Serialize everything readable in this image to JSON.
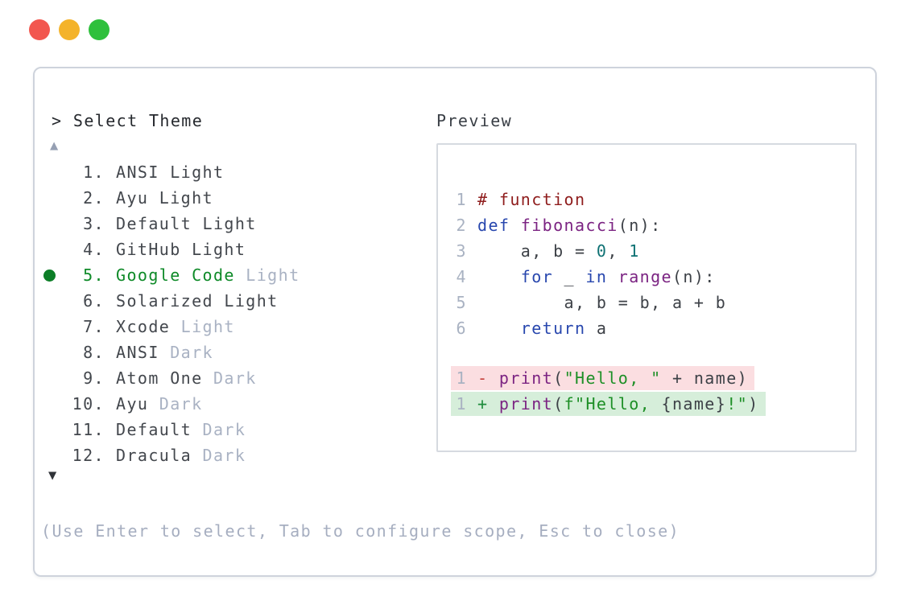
{
  "window": {
    "traffic_lights": [
      {
        "name": "close",
        "color": "#f2574f"
      },
      {
        "name": "minimize",
        "color": "#f4b32a"
      },
      {
        "name": "maximize",
        "color": "#2ec03c"
      }
    ]
  },
  "picker": {
    "prompt": "> Select Theme",
    "scroll_up": "▲",
    "scroll_down": "▼",
    "help": "(Use Enter to select, Tab to configure scope, Esc to close)",
    "items": [
      {
        "number": "1.",
        "selected": false,
        "parts": [
          {
            "text": "ANSI Light",
            "style": "normal"
          }
        ]
      },
      {
        "number": "2.",
        "selected": false,
        "parts": [
          {
            "text": "Ayu Light",
            "style": "normal"
          }
        ]
      },
      {
        "number": "3.",
        "selected": false,
        "parts": [
          {
            "text": "Default Light",
            "style": "normal"
          }
        ]
      },
      {
        "number": "4.",
        "selected": false,
        "parts": [
          {
            "text": "GitHub Light",
            "style": "normal"
          }
        ]
      },
      {
        "number": "5.",
        "selected": true,
        "parts": [
          {
            "text": "Google Code",
            "style": "selected"
          },
          {
            "text": " Light",
            "style": "dim"
          }
        ]
      },
      {
        "number": "6.",
        "selected": false,
        "parts": [
          {
            "text": "Solarized Light",
            "style": "normal"
          }
        ]
      },
      {
        "number": "7.",
        "selected": false,
        "parts": [
          {
            "text": "Xcode",
            "style": "normal"
          },
          {
            "text": " Light",
            "style": "dim"
          }
        ]
      },
      {
        "number": "8.",
        "selected": false,
        "parts": [
          {
            "text": "ANSI",
            "style": "normal"
          },
          {
            "text": " Dark",
            "style": "dim"
          }
        ]
      },
      {
        "number": "9.",
        "selected": false,
        "parts": [
          {
            "text": "Atom One",
            "style": "normal"
          },
          {
            "text": " Dark",
            "style": "dim"
          }
        ]
      },
      {
        "number": "10.",
        "selected": false,
        "parts": [
          {
            "text": "Ayu",
            "style": "normal"
          },
          {
            "text": " Dark",
            "style": "dim"
          }
        ]
      },
      {
        "number": "11.",
        "selected": false,
        "parts": [
          {
            "text": "Default",
            "style": "normal"
          },
          {
            "text": " Dark",
            "style": "dim"
          }
        ]
      },
      {
        "number": "12.",
        "selected": false,
        "parts": [
          {
            "text": "Dracula",
            "style": "normal"
          },
          {
            "text": " Dark",
            "style": "dim"
          }
        ]
      }
    ]
  },
  "preview": {
    "label": "Preview",
    "code_lines": [
      {
        "number": "1",
        "tokens": [
          {
            "text": "# function",
            "type": "comment"
          }
        ]
      },
      {
        "number": "2",
        "tokens": [
          {
            "text": "def",
            "type": "keyword"
          },
          {
            "text": " ",
            "type": "plain"
          },
          {
            "text": "fibonacci",
            "type": "function"
          },
          {
            "text": "(n):",
            "type": "plain"
          }
        ]
      },
      {
        "number": "3",
        "tokens": [
          {
            "text": "    a, b = ",
            "type": "plain"
          },
          {
            "text": "0",
            "type": "number"
          },
          {
            "text": ", ",
            "type": "plain"
          },
          {
            "text": "1",
            "type": "number"
          }
        ]
      },
      {
        "number": "4",
        "tokens": [
          {
            "text": "    ",
            "type": "plain"
          },
          {
            "text": "for",
            "type": "keyword"
          },
          {
            "text": " _ ",
            "type": "plain"
          },
          {
            "text": "in",
            "type": "keyword"
          },
          {
            "text": " ",
            "type": "plain"
          },
          {
            "text": "range",
            "type": "function"
          },
          {
            "text": "(n):",
            "type": "plain"
          }
        ]
      },
      {
        "number": "5",
        "tokens": [
          {
            "text": "        a, b = b, a + b",
            "type": "plain"
          }
        ]
      },
      {
        "number": "6",
        "tokens": [
          {
            "text": "    ",
            "type": "plain"
          },
          {
            "text": "return",
            "type": "keyword"
          },
          {
            "text": " a",
            "type": "plain"
          }
        ]
      }
    ],
    "diff_lines": [
      {
        "number": "1",
        "kind": "removed",
        "tokens": [
          {
            "text": "- ",
            "type": "diff-minus"
          },
          {
            "text": "print",
            "type": "function"
          },
          {
            "text": "(",
            "type": "plain"
          },
          {
            "text": "\"Hello, \"",
            "type": "string"
          },
          {
            "text": " + name)",
            "type": "plain"
          }
        ]
      },
      {
        "number": "1",
        "kind": "added",
        "tokens": [
          {
            "text": "+ ",
            "type": "diff-plus"
          },
          {
            "text": "print",
            "type": "function"
          },
          {
            "text": "(",
            "type": "plain"
          },
          {
            "text": "f\"Hello, ",
            "type": "string"
          },
          {
            "text": "{name}",
            "type": "plain"
          },
          {
            "text": "!\"",
            "type": "string"
          },
          {
            "text": ")",
            "type": "plain"
          }
        ]
      }
    ]
  },
  "colors": {
    "selected_green": "#0e8a28",
    "dim_text": "#a9b2c3",
    "line_number": "#a9b2c2",
    "comment": "#8f1d1d",
    "keyword": "#2847ae",
    "function": "#7b2382",
    "number": "#0e7173",
    "string": "#1d8f26",
    "diff_minus": "#c5403a",
    "diff_plus": "#1e8c3c",
    "removed_bg": "#fbdee1",
    "added_bg": "#d6eeda",
    "panel_border": "#ced3dc"
  }
}
